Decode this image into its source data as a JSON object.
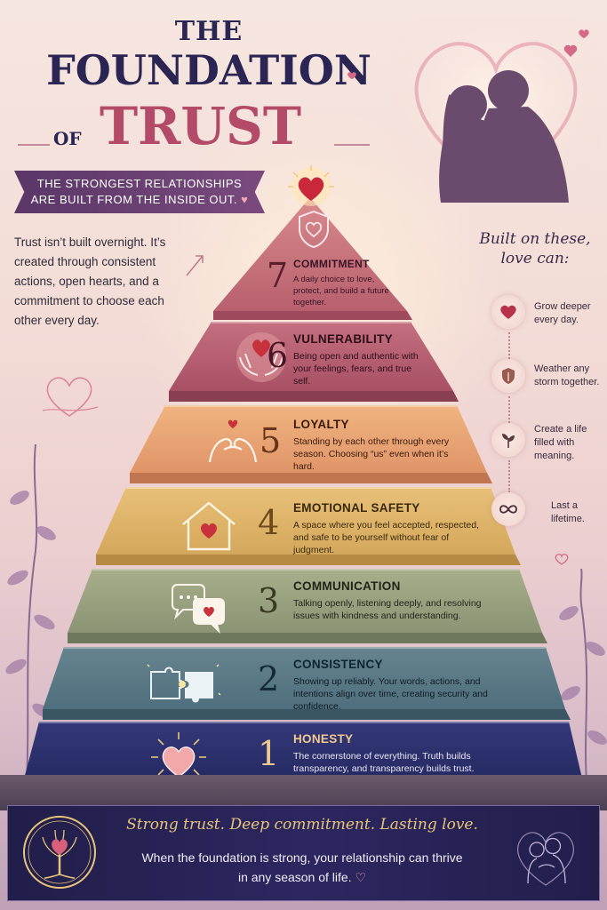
{
  "header": {
    "title_line1": "THE",
    "title_line2": "FOUNDATION",
    "title_of": "OF",
    "title_trust": "TRUST",
    "banner_line1": "THE STRONGEST RELATIONSHIPS",
    "banner_line2": "ARE BUILT FROM THE INSIDE OUT.",
    "banner_heart": "♥"
  },
  "intro": {
    "text": "Trust isn’t built overnight. It’s created through consistent actions, open hearts, and a commitment to choose each other every day."
  },
  "tiers": [
    {
      "number": "7",
      "title": "COMMITMENT",
      "description": "A daily choice to love, protect, and build a future together.",
      "icon": "shield-heart-icon"
    },
    {
      "number": "6",
      "title": "VULNERABILITY",
      "description": "Being open and authentic with your feelings, fears, and true self.",
      "icon": "hands-heart-icon"
    },
    {
      "number": "5",
      "title": "LOYALTY",
      "description": "Standing by each other through every season. Choosing “us” even when it’s hard.",
      "icon": "pinky-promise-icon"
    },
    {
      "number": "4",
      "title": "EMOTIONAL SAFETY",
      "description": "A space where you feel accepted, respected, and safe to be yourself without fear of judgment.",
      "icon": "house-heart-icon"
    },
    {
      "number": "3",
      "title": "COMMUNICATION",
      "description": "Talking openly, listening deeply, and resolving issues with kindness and understanding.",
      "icon": "chat-bubbles-icon"
    },
    {
      "number": "2",
      "title": "CONSISTENCY",
      "description": "Showing up reliably. Your words, actions, and intentions align over time, creating security and confidence.",
      "icon": "puzzle-icon"
    },
    {
      "number": "1",
      "title": "HONESTY",
      "description": "The cornerstone of everything. Truth builds transparency, and transparency builds trust.",
      "icon": "glowing-heart-icon"
    }
  ],
  "sidebar": {
    "title_line1": "Built on these,",
    "title_line2": "love can:",
    "benefits": [
      {
        "text": "Grow deeper every day.",
        "icon": "heart-icon"
      },
      {
        "text": "Weather any storm together.",
        "icon": "shield-icon"
      },
      {
        "text": "Create a life filled with meaning.",
        "icon": "sprout-icon"
      },
      {
        "text": "Last a lifetime.",
        "icon": "infinity-icon"
      }
    ]
  },
  "footer": {
    "tagline": "Strong trust. Deep commitment. Lasting love.",
    "text_line1": "When the foundation is strong, your relationship can thrive",
    "text_line2": "in any season of life.",
    "heart": "♡"
  },
  "colors": {
    "navy": "#2b2553",
    "rose": "#b24a68",
    "gold": "#e9c47a",
    "tier7": "#c8707e",
    "tier6": "#b85a70",
    "tier5": "#e4a070",
    "tier4": "#dcb060",
    "tier3": "#8f9a78",
    "tier2": "#4f6f7e",
    "tier1": "#2a2e6a"
  }
}
